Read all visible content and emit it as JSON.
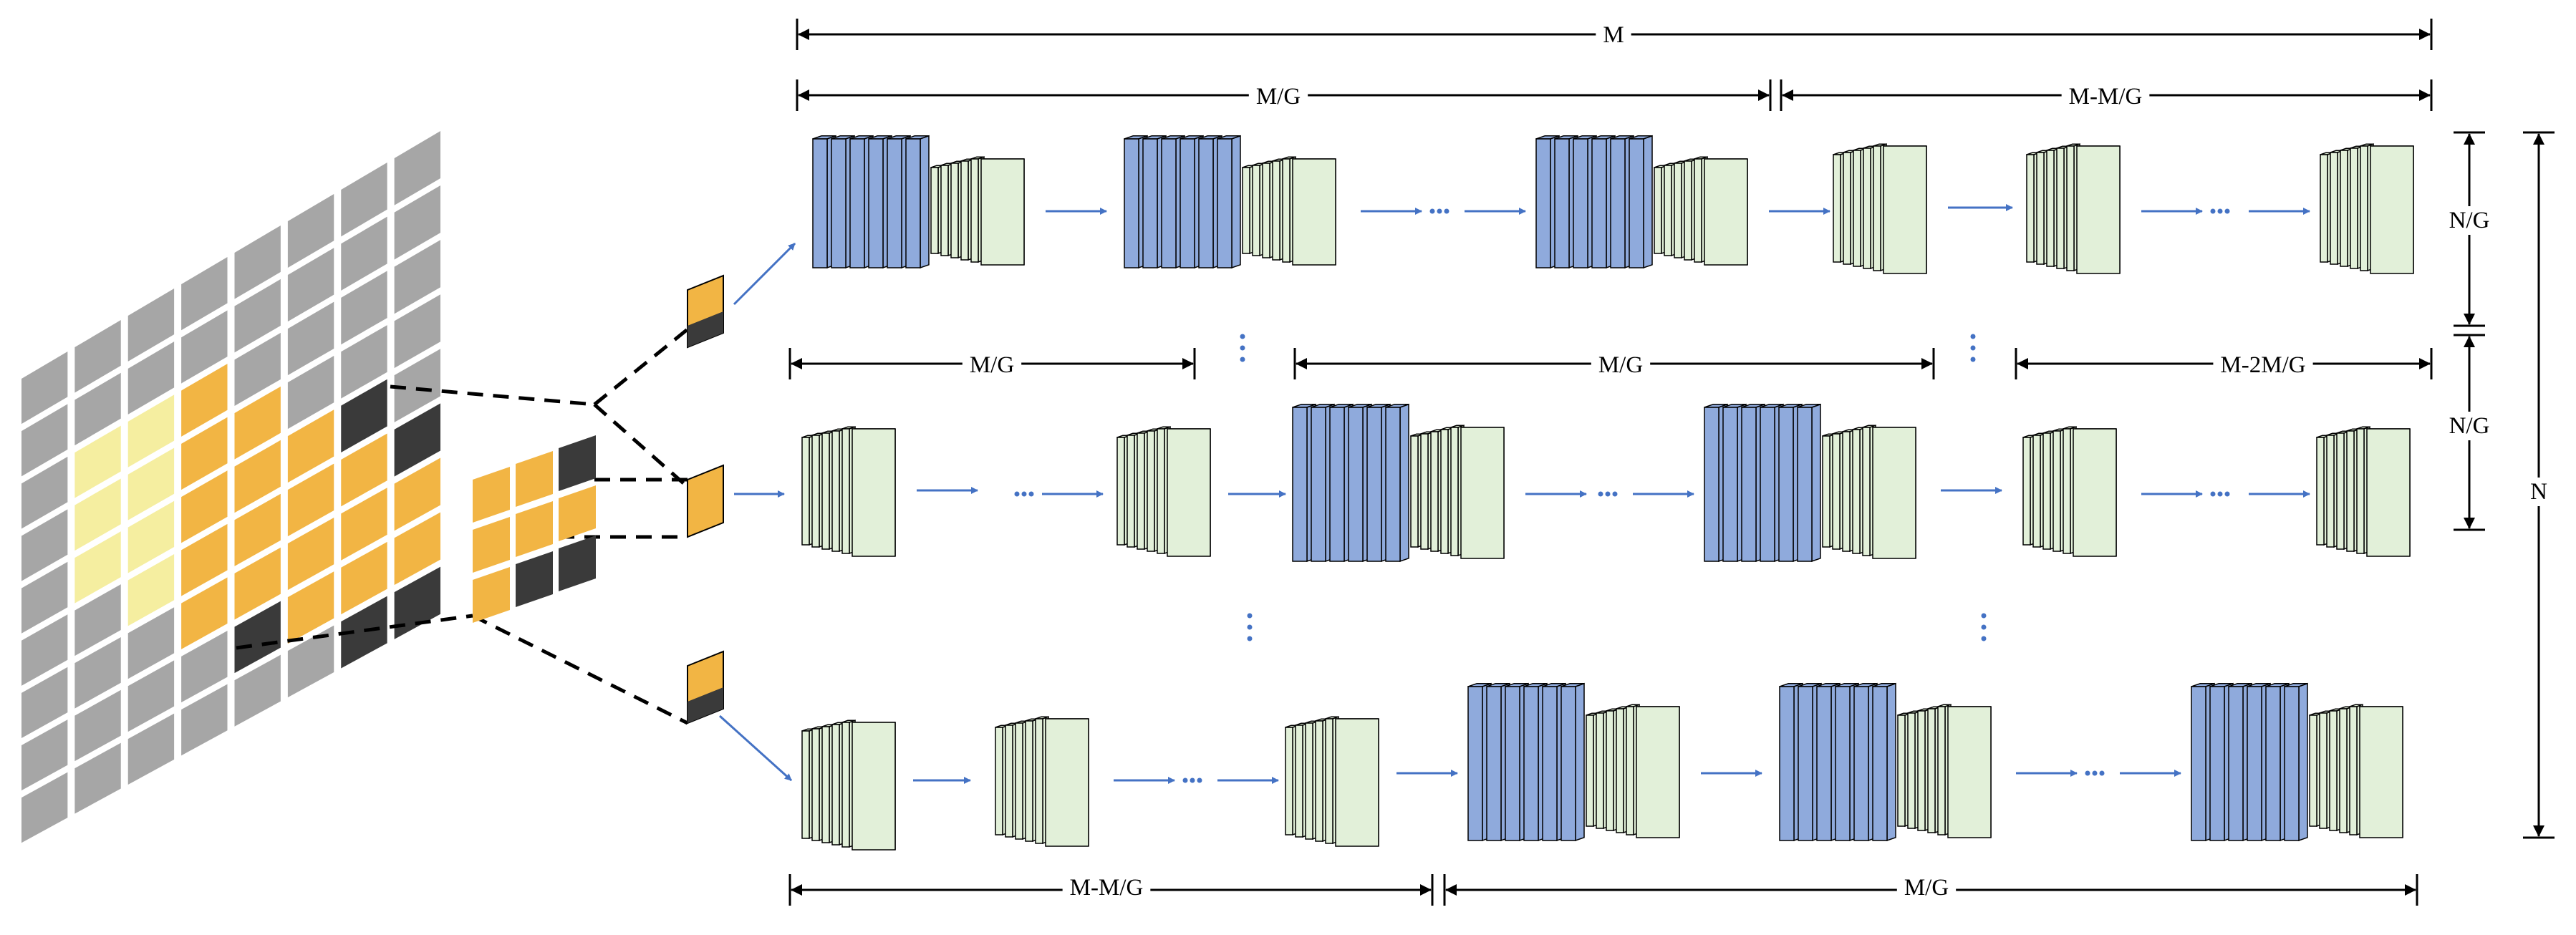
{
  "colors": {
    "blue_layer": "#8faadc",
    "green_layer": "#e2f0d9",
    "arrow": "#4472c4",
    "grid_tile": "#a6a6a6",
    "banana": "#f2b544",
    "dark_bg": "#3a3a3a",
    "ink": "#000000"
  },
  "labels": {
    "M": "M",
    "MG": "M/G",
    "M_minus_MG": "M-M/G",
    "M_minus_2MG": "M-2M/G",
    "NG": "N/G",
    "N": "N",
    "ellipsis": "···",
    "vdots": "⋮"
  },
  "rows": [
    {
      "top": {
        "left": "M/G",
        "right": "M-M/G"
      },
      "stacks": [
        "mixed",
        "mixed",
        "ellipsis",
        "mixed",
        "green",
        "green",
        "ellipsis",
        "green"
      ]
    },
    {
      "top": {
        "left": "M/G",
        "middle": "M/G",
        "right": "M-2M/G"
      },
      "stacks": [
        "green",
        "ellipsis",
        "green",
        "mixed",
        "ellipsis",
        "mixed",
        "green",
        "ellipsis",
        "green"
      ]
    },
    {
      "bottom": {
        "left": "M-M/G",
        "right": "M/G"
      },
      "stacks": [
        "green",
        "green",
        "ellipsis",
        "green",
        "mixed",
        "mixed",
        "ellipsis",
        "mixed"
      ]
    }
  ]
}
